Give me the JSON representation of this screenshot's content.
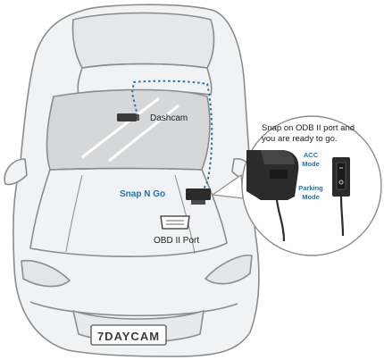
{
  "labels": {
    "dashcam": "Dashcam",
    "snap_n_go": "Snap N Go",
    "obd_port": "OBD II Port",
    "callout_line1": "Snap on ODB II port and",
    "callout_line2": "you are ready to go.",
    "acc_mode_line1": "ACC",
    "acc_mode_line2": "Mode",
    "parking_mode_line1": "Parking",
    "parking_mode_line2": "Mode",
    "plate": "7DAYCAM"
  },
  "colors": {
    "car_body": "#f1f2f3",
    "car_outline": "#8a8c8e",
    "windshield": "#d5d7d9",
    "cable_dotted": "#1f73b7",
    "accent_blue": "#1f73b7",
    "device_dark": "#2b2b2b"
  }
}
